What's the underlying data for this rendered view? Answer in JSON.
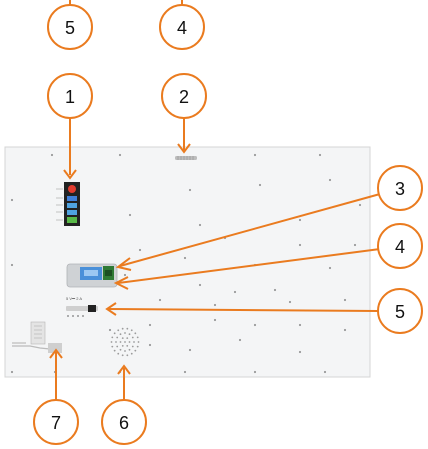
{
  "colors": {
    "accent": "#ea7b1f",
    "panel_fill": "#f4f5f6",
    "panel_edge": "#d5d5d5",
    "dot": "#9a9a9a"
  },
  "callouts": {
    "c5_top": "5",
    "c4_top": "4",
    "c1": "1",
    "c2": "2",
    "c3": "3",
    "c4": "4",
    "c5": "5",
    "c6": "6",
    "c7": "7"
  },
  "panel": {
    "power_rating": "5 V⎓ 2 A",
    "indicator_labels": [
      "",
      "",
      "",
      "",
      ""
    ]
  }
}
